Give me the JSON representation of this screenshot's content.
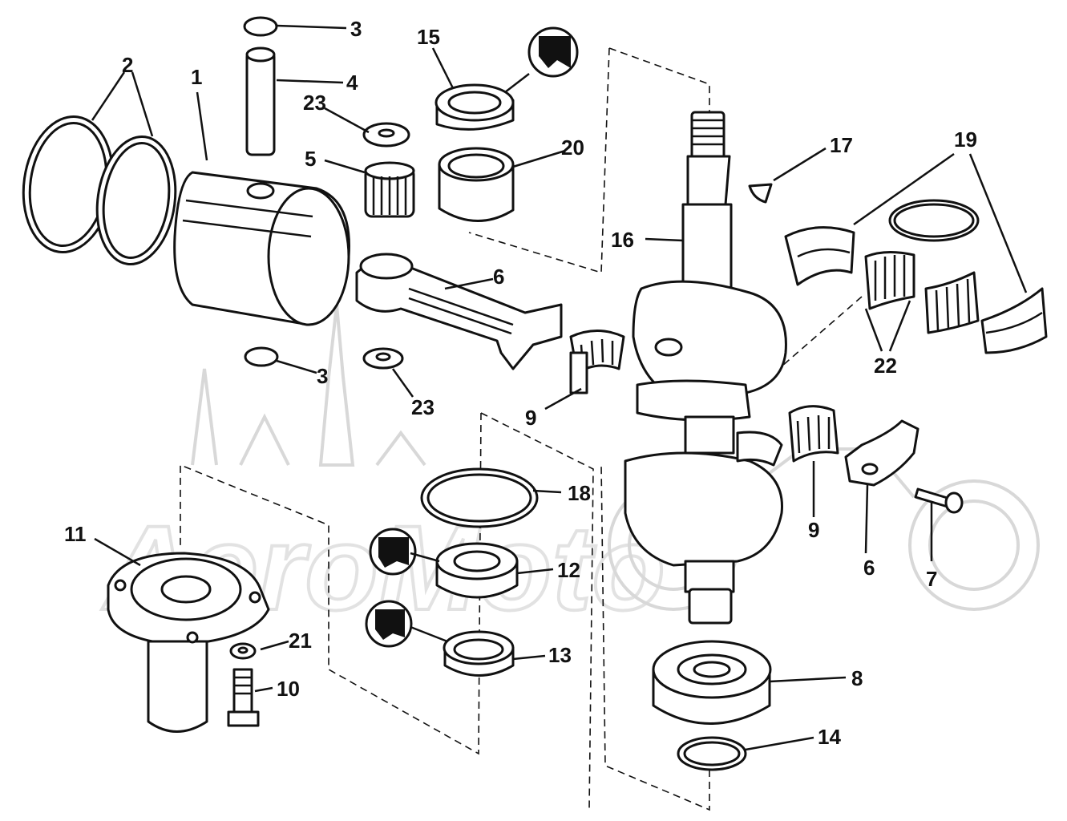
{
  "diagram": {
    "watermark": "AeroMoto",
    "callouts": [
      {
        "id": "c1",
        "label": "1"
      },
      {
        "id": "c2",
        "label": "2"
      },
      {
        "id": "c3a",
        "label": "3"
      },
      {
        "id": "c3b",
        "label": "3"
      },
      {
        "id": "c4",
        "label": "4"
      },
      {
        "id": "c5",
        "label": "5"
      },
      {
        "id": "c6a",
        "label": "6"
      },
      {
        "id": "c6b",
        "label": "6"
      },
      {
        "id": "c7",
        "label": "7"
      },
      {
        "id": "c8",
        "label": "8"
      },
      {
        "id": "c9a",
        "label": "9"
      },
      {
        "id": "c9b",
        "label": "9"
      },
      {
        "id": "c10",
        "label": "10"
      },
      {
        "id": "c11",
        "label": "11"
      },
      {
        "id": "c12",
        "label": "12"
      },
      {
        "id": "c13",
        "label": "13"
      },
      {
        "id": "c14",
        "label": "14"
      },
      {
        "id": "c15",
        "label": "15"
      },
      {
        "id": "c16",
        "label": "16"
      },
      {
        "id": "c17",
        "label": "17"
      },
      {
        "id": "c18",
        "label": "18"
      },
      {
        "id": "c19",
        "label": "19"
      },
      {
        "id": "c20",
        "label": "20"
      },
      {
        "id": "c21",
        "label": "21"
      },
      {
        "id": "c22",
        "label": "22"
      },
      {
        "id": "c23a",
        "label": "23"
      },
      {
        "id": "c23b",
        "label": "23"
      }
    ]
  }
}
